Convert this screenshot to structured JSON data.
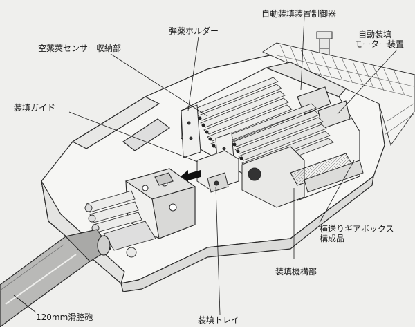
{
  "labels": {
    "ammo_holder": "弾薬ホルダー",
    "loader_controller": "自動装填装置制御器",
    "loader_motor_line1": "自動装填",
    "loader_motor_line2": "モーター装置",
    "case_sensor_storage": "空薬莢センサー収納部",
    "loading_guide": "装填ガイド",
    "gearbox_line1": "横送りギアボックス",
    "gearbox_line2": "構成品",
    "loading_mechanism": "装填機構部",
    "gun": "120mm滑腔砲",
    "loading_tray": "装填トレイ"
  }
}
